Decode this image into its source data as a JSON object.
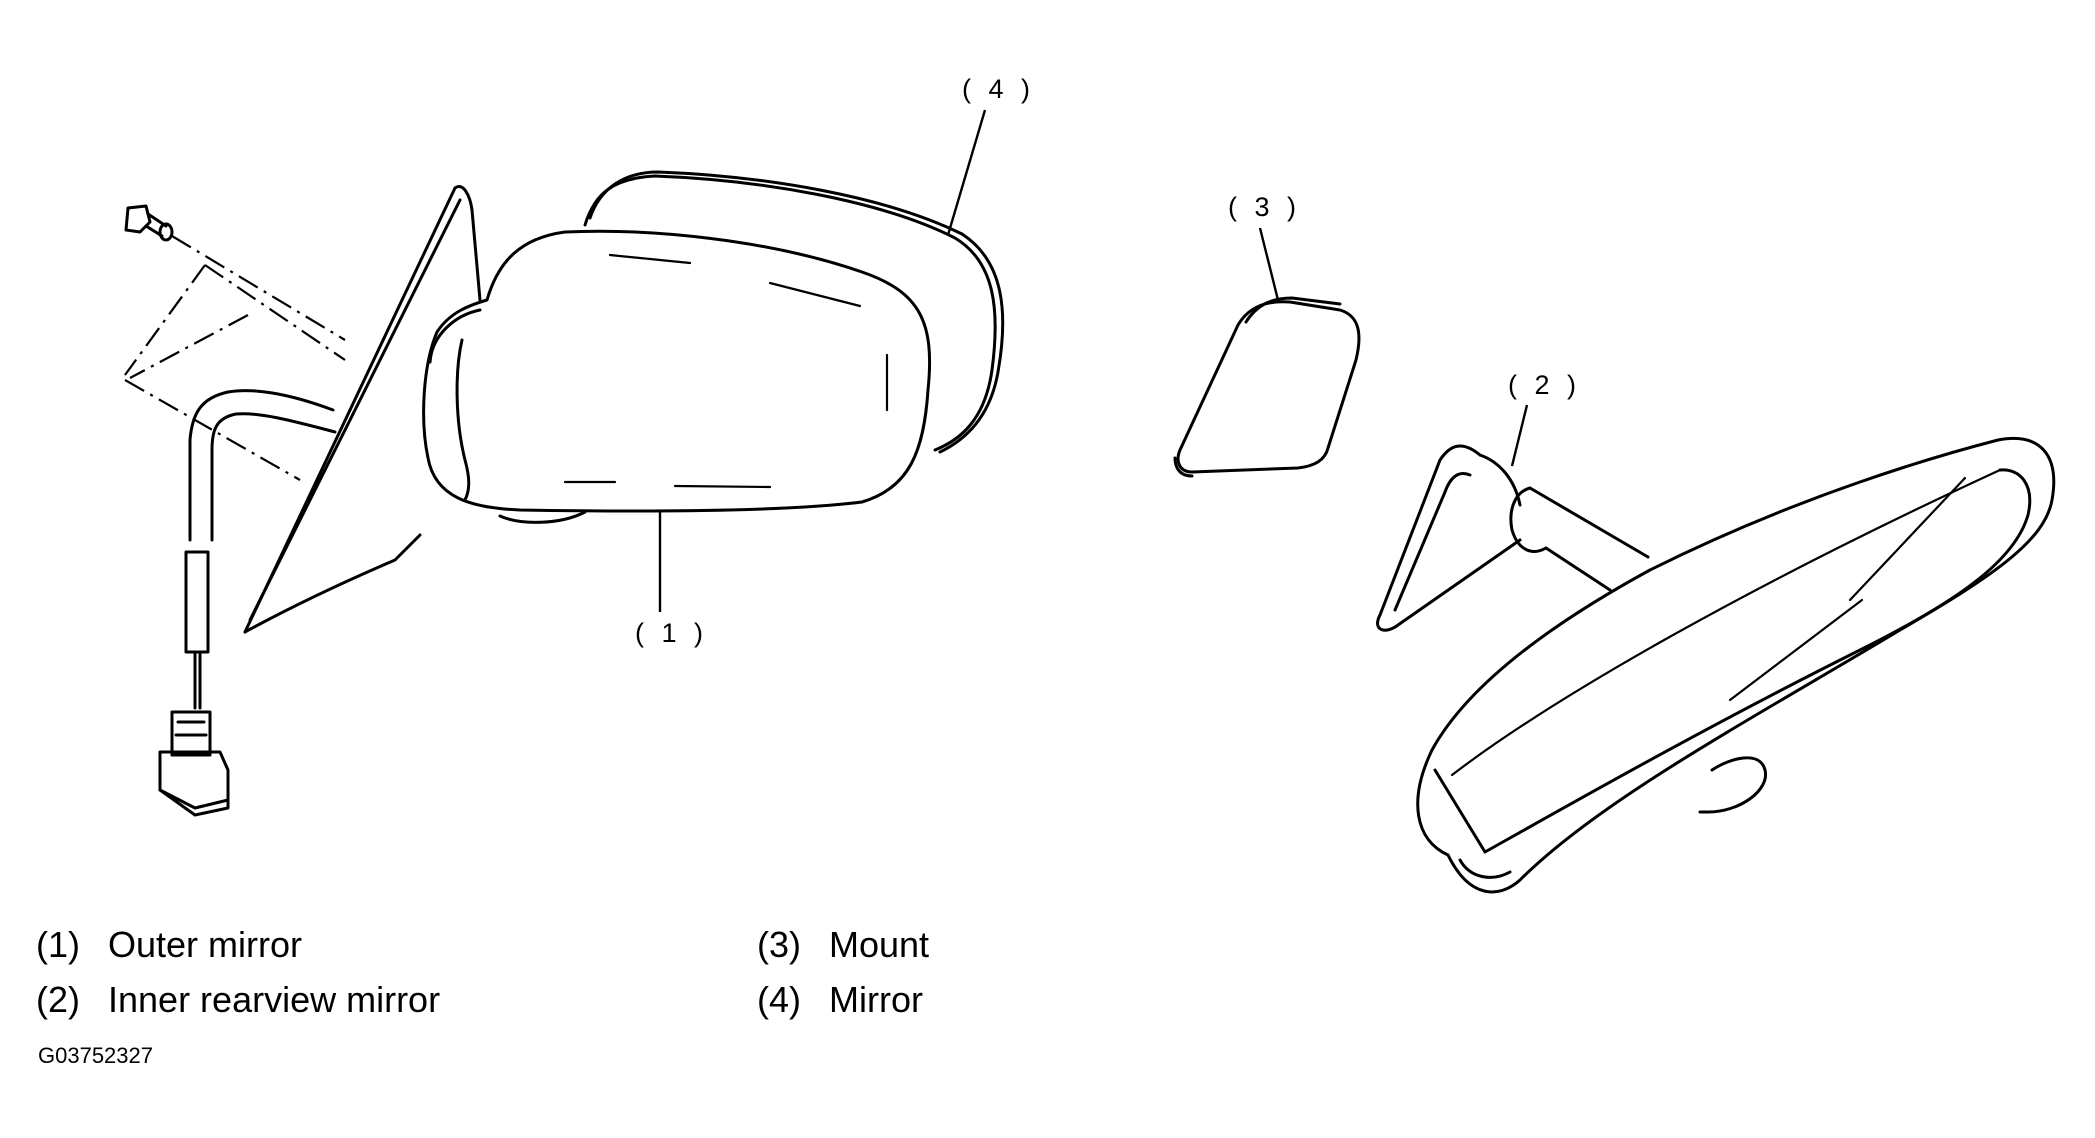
{
  "callouts": {
    "outer_mirror": "( 1 )",
    "inner_mirror": "( 2 )",
    "mount": "( 3 )",
    "mirror": "( 4 )"
  },
  "legend": [
    {
      "num": "(1)",
      "label": "Outer mirror"
    },
    {
      "num": "(2)",
      "label": "Inner rearview mirror"
    },
    {
      "num": "(3)",
      "label": "Mount"
    },
    {
      "num": "(4)",
      "label": "Mirror"
    }
  ],
  "figure_id": "G03752327"
}
